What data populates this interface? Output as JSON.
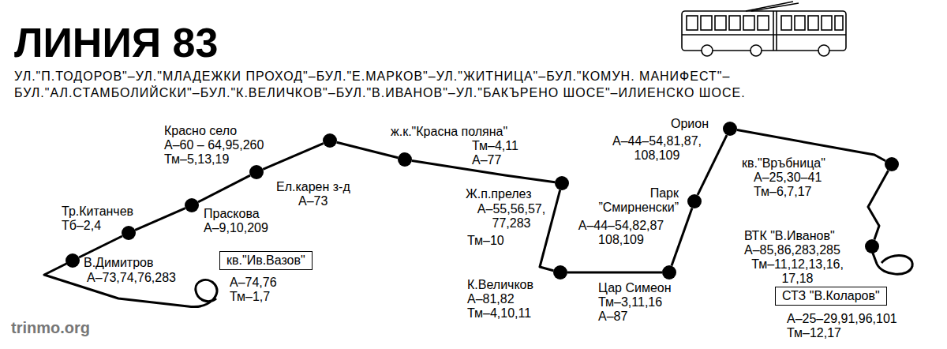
{
  "diagram": {
    "title": "ЛИНИЯ 83",
    "nodes": [
      {
        "text": [
          "В.Димитров",
          "А–73,74,76,283"
        ]
      },
      {
        "text": [
          "Тр.Китанчев",
          "Тб–2,4"
        ]
      },
      {
        "text": [
          "Праскова",
          "А–9,10,209"
        ]
      },
      {
        "text": [
          "Красно село",
          "А–60 – 64,95,260",
          "Тм–5,13,19"
        ]
      },
      {
        "text": [
          "Ел.карен з-д",
          "А–73"
        ]
      },
      {
        "text": [
          "ж.к.\"Красна поляна\"",
          "Тм–4,11",
          "А–77"
        ]
      },
      {
        "text": [
          "Ж.п.прелез",
          "А–55,56,57, 77,283",
          "Тм–10"
        ]
      },
      {
        "text": [
          "К.Величков",
          "А–81,82",
          "Тм–4,10,11"
        ]
      },
      {
        "text": [
          "Цар Симеон",
          "Тм–3,11,16",
          "А–87"
        ]
      },
      {
        "text": [
          "Парк ”Смирненски”",
          "А–44–54,82,87 108,109"
        ]
      },
      {
        "text": [
          "Орион",
          "А–44–54,81,87, 108,109"
        ]
      },
      {
        "text": [
          "кв.\"Връбница\"",
          "А–25,30–41",
          "Тм–6,7,17"
        ]
      },
      {
        "text": [
          "ВТК \"В.Иванов\"",
          "А–85,86,283,285",
          "Тм–11,12,13,16, 17,18"
        ]
      },
      {
        "text": [
          "кв.\"Ив.Вазов\"",
          "А–74,76",
          "Тм–1,7"
        ]
      },
      {
        "text": [
          "СТЗ \"В.Коларов\"",
          "А–25–29,91,96,101",
          "Тм–12,17"
        ]
      }
    ],
    "edges": [
      {
        "from": 0,
        "to": 1,
        "arrow": "none"
      },
      {
        "from": 1,
        "to": 2,
        "arrow": "none"
      },
      {
        "from": 2,
        "to": 3,
        "arrow": "none"
      },
      {
        "from": 3,
        "to": 4,
        "arrow": "none"
      },
      {
        "from": 4,
        "to": 5,
        "arrow": "none"
      },
      {
        "from": 5,
        "to": 6,
        "arrow": "none"
      },
      {
        "from": 6,
        "to": 7,
        "arrow": "none"
      },
      {
        "from": 7,
        "to": 8,
        "arrow": "none"
      },
      {
        "from": 8,
        "to": 9,
        "arrow": "none"
      },
      {
        "from": 9,
        "to": 10,
        "arrow": "none"
      },
      {
        "from": 10,
        "to": 11,
        "arrow": "none"
      },
      {
        "from": 11,
        "to": 12,
        "arrow": "none"
      }
    ],
    "labels": [
      "УЛ.\"П.ТОДОРОВ\"–УЛ.\"МЛАДЕЖКИ ПРОХОД\"–БУЛ.\"Е.МАРКОВ\"–УЛ.\"ЖИТНИЦА\"–БУЛ.\"КОМУН. МАНИФЕСТ\"– БУЛ.\"АЛ.СТАМБОЛИЙСКИ\"–БУЛ.\"К.ВЕЛИЧКОВ\"–БУЛ.\"В.ИВАНОВ\"–УЛ.\"БАКЪРЕНО ШОСЕ\"–ИЛИЕНСКО ШОСЕ.",
      "trinmo.org"
    ]
  }
}
